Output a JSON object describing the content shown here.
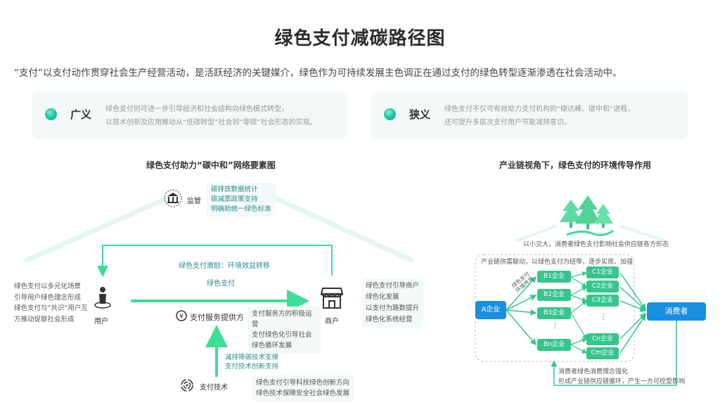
{
  "title": "绿色支付减碳路径图",
  "subtitle": "“支付”以支付动作贯穿社会生产经营活动，是活跃经济的关键媒介，绿色作为可持续发展主色调正在通过支付的绿色转型逐渐渗透在社会活动中。",
  "cards": {
    "broad": {
      "label": "广义",
      "line1": "绿色支付则可进一步引导经济和社会结构向绿色模式转型，",
      "line2": "以技术创新及应用推动从“低碳转型”社会到“零碳”社会形态的实现。"
    },
    "narrow": {
      "label": "狭义",
      "line1": "绿色支付不仅可有效助力支付机构的“碳达峰、碳中和”进程，",
      "line2": "还可提升多层次支付用户节能减排意识。"
    }
  },
  "left_diagram": {
    "title": "绿色支付助力“碳中和”网络要素图",
    "regulator": {
      "label": "监管",
      "items": [
        "碳排放数据统计",
        "碳减票政策支持",
        "明确助统一绿色标准"
      ]
    },
    "user": {
      "label": "用户",
      "lines": [
        "绿色支付以多元化场景",
        "引导用户绿色理念形成",
        "绿色支付与“共识”用户互",
        "方推动促联社会形成"
      ]
    },
    "merchant": {
      "label": "商户",
      "lines": [
        "绿色支付引导商户",
        "绿色化发展",
        "以支付为路数提升",
        "绿色化系统经营"
      ]
    },
    "flow_label1": "绿色支付激励：环境效益转移",
    "flow_label2": "绿色支付",
    "provider": {
      "label": "支付服务提供方",
      "lines": [
        "支付服务方的积极运",
        "营",
        "支付绿色化引导社会",
        "绿色循环发展"
      ]
    },
    "tech_support": [
      "减排降碳技术支撑",
      "支付技术创新支持"
    ],
    "tech": {
      "label": "支付技术",
      "lines": [
        "绿色支付引导科技绿色创新方向",
        "绿色技术保障安全社会绿色发展"
      ]
    }
  },
  "right_diagram": {
    "title": "产业链视角下，绿色支付的环境传导作用",
    "top_note": "以小见大，消费者绿色支付影响社会供应链各方形态",
    "inner_note": "产业链供需联动，以绿色支付为纽带，逐步实现、加强",
    "a_label": "A企业",
    "a_note": [
      "绿色支付",
      "环境传导"
    ],
    "b_nodes": [
      "B1企业",
      "B2企业",
      "B3企业",
      "Bn企业"
    ],
    "c_nodes": [
      "C1企业",
      "C2企业",
      "C3企业",
      "Cn企业",
      "Cm企业"
    ],
    "dots": "⋮",
    "consumer": "消费者",
    "bottom_note": [
      "消费者绿色消费理念强化",
      "形成产业链供应链循环，产生一方可控型影响"
    ]
  },
  "colors": {
    "accent_green": "#35c58d",
    "arrow_green": "#3ddc97",
    "blue": "#1a8fe0",
    "teal_text": "#2a8d8d"
  }
}
